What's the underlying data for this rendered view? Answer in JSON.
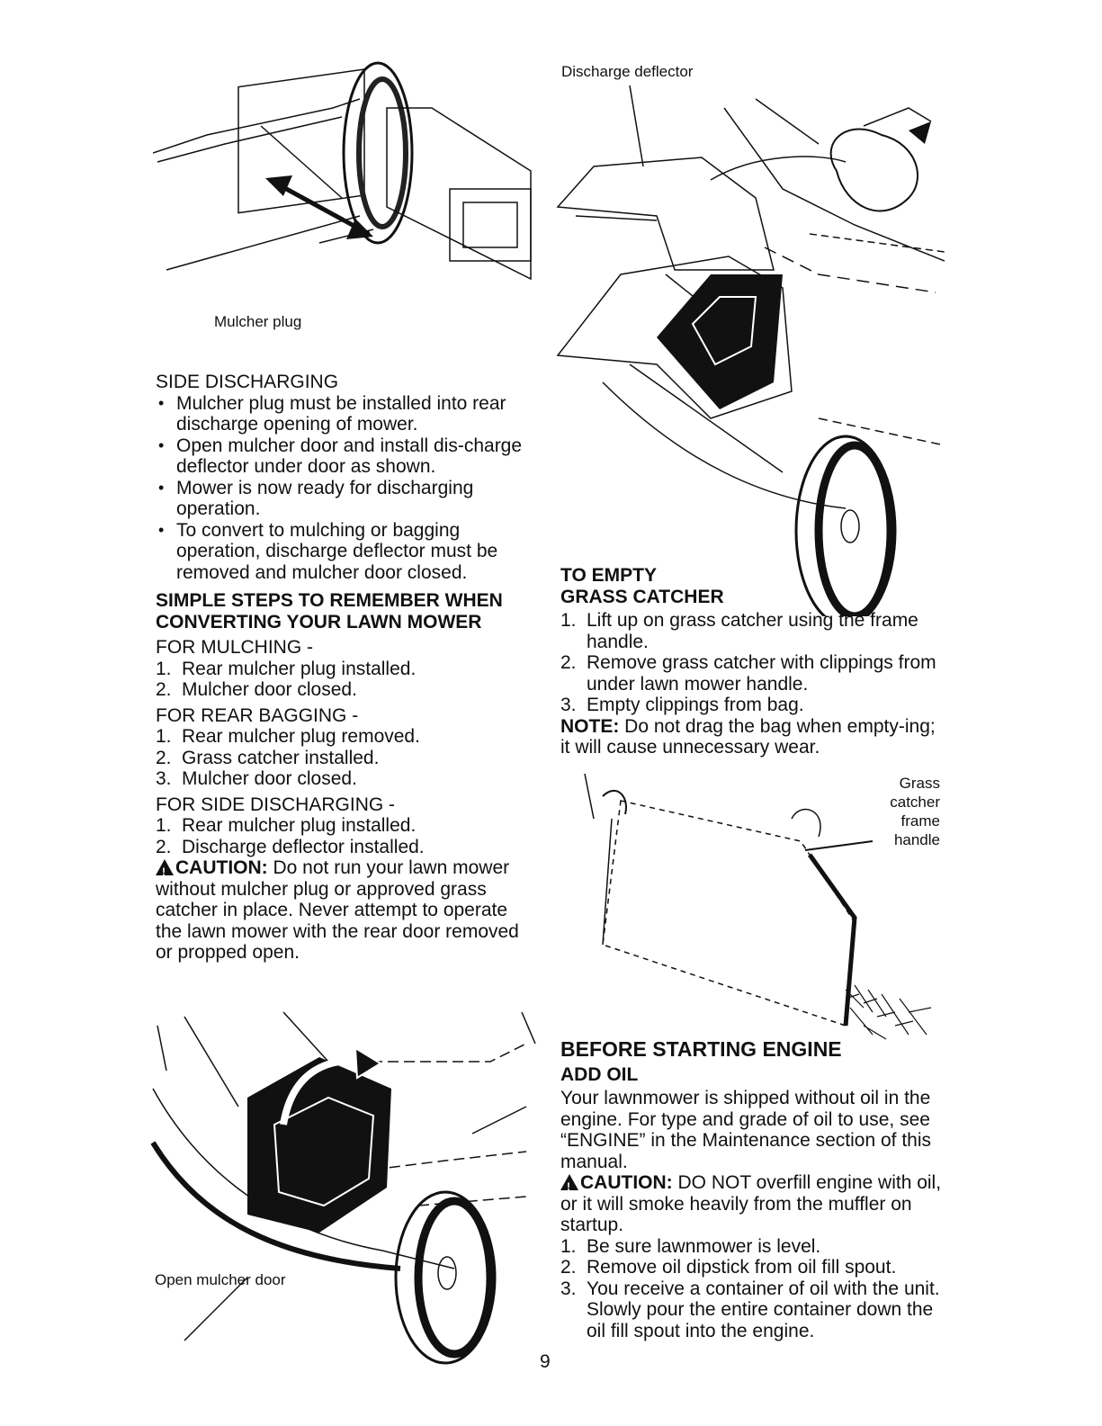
{
  "captions": {
    "mulcher_plug": "Mulcher plug",
    "discharge_deflector": "Discharge deflector",
    "open_mulcher_door": "Open mulcher door",
    "grass_catcher_frame_handle": [
      "Grass",
      "catcher",
      "frame",
      "handle"
    ]
  },
  "side_discharging": {
    "title": "SIDE DISCHARGING",
    "bullets": [
      "Mulcher plug must be installed into rear discharge opening of mower.",
      "Open mulcher door and install dis-charge deflector under door as shown.",
      "Mower is now ready for discharging operation.",
      "To convert to mulching or bagging operation, discharge deflector must be removed and mulcher door closed."
    ]
  },
  "simple_steps": {
    "title": "SIMPLE STEPS TO REMEMBER WHEN CONVERTING YOUR LAWN MOWER",
    "groups": [
      {
        "heading": "FOR MULCHING -",
        "items": [
          "Rear mulcher plug installed.",
          "Mulcher door closed."
        ]
      },
      {
        "heading": "FOR REAR BAGGING -",
        "items": [
          "Rear mulcher plug removed.",
          "Grass catcher installed.",
          "Mulcher door closed."
        ]
      },
      {
        "heading": "FOR SIDE DISCHARGING -",
        "items": [
          "Rear mulcher plug installed.",
          "Discharge deflector installed."
        ]
      }
    ],
    "caution_label": "CAUTION:",
    "caution_text": "Do not run your lawn mower without mulcher plug or approved grass catcher in place. Never attempt to operate the lawn mower with the rear door removed or propped open."
  },
  "empty_catcher": {
    "title_line1": "TO EMPTY",
    "title_line2": "GRASS CATCHER",
    "steps": [
      "Lift up on grass catcher using the frame handle.",
      "Remove grass catcher with clippings from under lawn mower handle.",
      "Empty clippings from bag."
    ],
    "note_label": "NOTE:",
    "note_text": "Do not drag the bag when empty-ing; it will cause unnecessary wear."
  },
  "before_starting": {
    "title": "BEFORE STARTING ENGINE",
    "subtitle": "ADD OIL",
    "intro": "Your lawnmower is shipped without oil in the engine. For type and grade of oil to use, see “ENGINE” in the Maintenance section of this manual.",
    "caution_label": "CAUTION:",
    "caution_text": "DO NOT overfill engine with oil, or it will smoke heavily from the muffler on startup.",
    "steps": [
      "Be sure lawnmower is level.",
      "Remove oil dipstick from oil fill spout.",
      "You receive a container of oil with the unit. Slowly pour the entire container down the oil fill spout into the engine."
    ]
  },
  "page_number": "9"
}
